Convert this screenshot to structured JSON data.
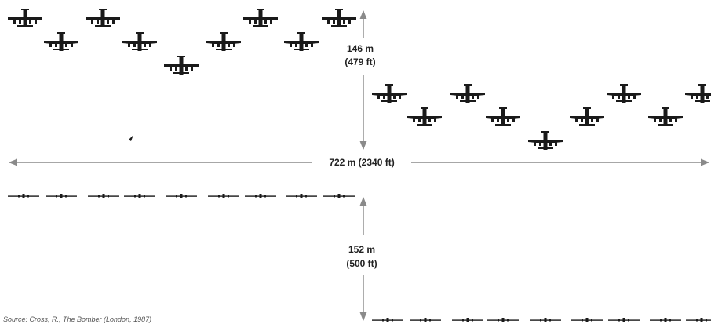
{
  "diagram": {
    "top_view": {
      "group_a_planes": 9,
      "group_b_planes": 9
    },
    "side_view": {
      "group_a_planes": 9,
      "group_b_planes": 9
    },
    "dimensions": {
      "top_vertical": "146 m",
      "top_vertical_ft": "(479 ft)",
      "horizontal": "722 m (2340 ft)",
      "bottom_vertical": "152 m",
      "bottom_vertical_ft": "(500 ft)"
    },
    "source": "Source: Cross, R., The Bomber (London, 1987)"
  },
  "colors": {
    "plane": "#1a1a1a",
    "dimension_line": "#8a8a8a",
    "text": "#222222"
  },
  "icons": {
    "plane_top": "bomber-top-icon",
    "plane_side": "bomber-side-icon",
    "arrow": "arrowhead-icon"
  }
}
